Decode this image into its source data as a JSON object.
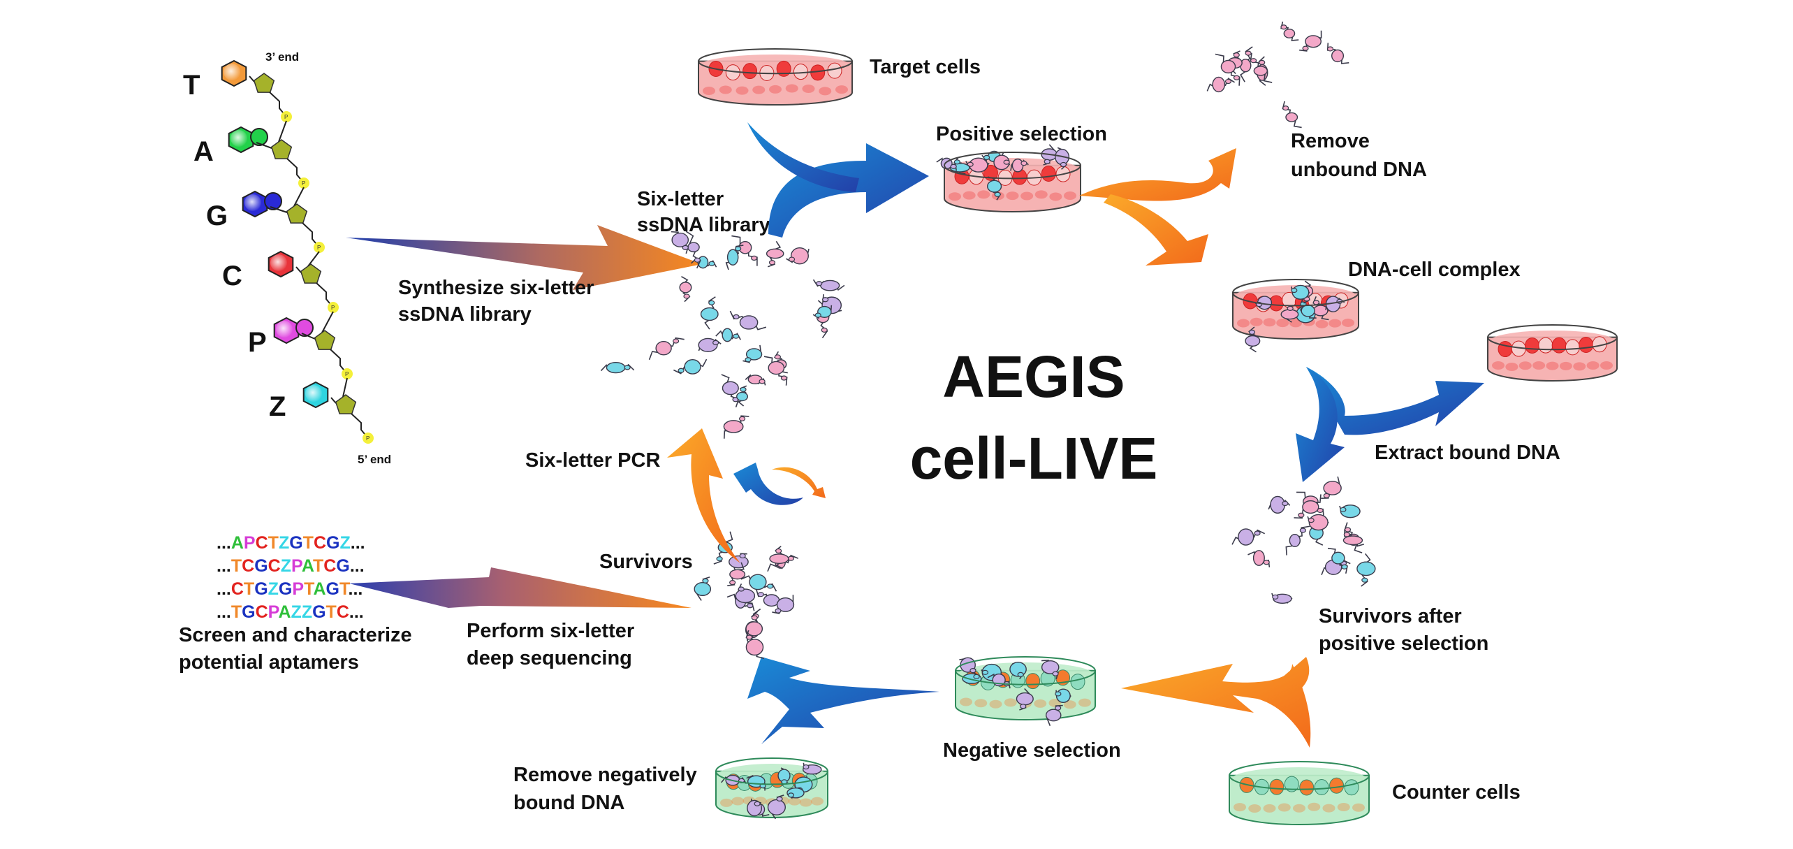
{
  "title": {
    "line1": "AEGIS",
    "line2": "cell-LIVE"
  },
  "nucleotides": {
    "end_3": "3’ end",
    "end_5": "5’ end",
    "bases": [
      {
        "letter": "T",
        "color": "#f39a3a"
      },
      {
        "letter": "A",
        "color": "#22d14a"
      },
      {
        "letter": "G",
        "color": "#2a2ad6"
      },
      {
        "letter": "C",
        "color": "#e8333a"
      },
      {
        "letter": "P",
        "color": "#e04be0"
      },
      {
        "letter": "Z",
        "color": "#2fd4e0"
      }
    ],
    "sugar_color": "#a5b22a",
    "phosphate_color": "#f4f03a"
  },
  "sequences": {
    "prefix": "...",
    "suffix": "...",
    "lines": [
      "APCTZGTCGZ",
      "TCGCZPATCG",
      "CTGZGPTAGT",
      "TGCPAZZGTC"
    ],
    "letter_colors": {
      "A": "#2fbf3a",
      "P": "#d63cd6",
      "C": "#e2231f",
      "T": "#f0882a",
      "Z": "#35d6e6",
      "G": "#1a32c0"
    }
  },
  "labels": {
    "synthesize": [
      "Synthesize six-letter",
      "ssDNA library"
    ],
    "library": [
      "Six-letter",
      "ssDNA library"
    ],
    "target_cells": "Target cells",
    "positive_selection": "Positive selection",
    "remove_unbound": [
      "Remove",
      "unbound DNA"
    ],
    "dna_cell_complex": "DNA-cell complex",
    "extract_bound": "Extract bound DNA",
    "survivors_after": [
      "Survivors after",
      "positive selection"
    ],
    "counter_cells": "Counter cells",
    "negative_selection": "Negative selection",
    "remove_negatively": [
      "Remove negatively",
      "bound DNA"
    ],
    "deep_sequencing": [
      "Perform six-letter",
      "deep sequencing"
    ],
    "survivors": "Survivors",
    "pcr": "Six-letter PCR",
    "screen": [
      "Screen and characterize",
      "potential aptamers"
    ]
  },
  "colors": {
    "blue_arrow": "#1f4fb8",
    "blue_arrow_light": "#1a8ad6",
    "orange_arrow": "#f7941d",
    "orange_arrow_dark": "#f26a1b",
    "dish_red_fill": "#f6b3b3",
    "dish_red_cell": "#ef3b3b",
    "dish_green_fill": "#bfeccb",
    "dish_green_cell": "#f47a2e",
    "dish_green_rim": "#2e8a5a",
    "dna_pink": "#f3a8c8",
    "dna_cyan": "#78d8e8",
    "dna_lavender": "#c9b0e6"
  }
}
